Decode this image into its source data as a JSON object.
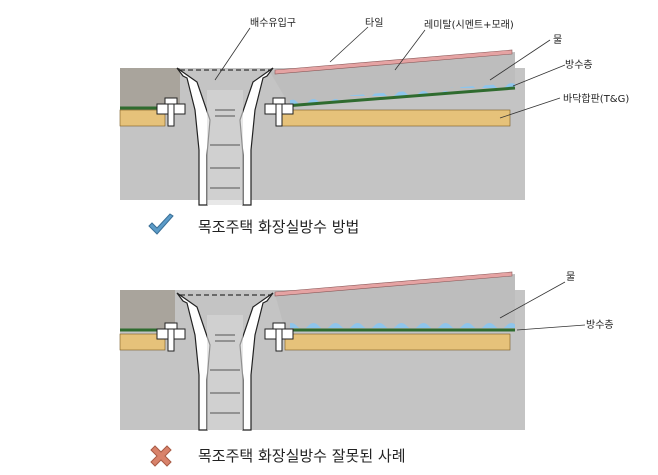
{
  "top_diagram": {
    "labels": {
      "drain_inlet": "배수유입구",
      "tile": "타일",
      "mortar": "레미탈(시멘트+모래)",
      "water": "물",
      "waterproof_layer": "방수층",
      "floor_plywood": "바닥합판(T&G)"
    },
    "caption": "목조주택 화장실방수 방법",
    "caption_icon": "check-icon"
  },
  "bottom_diagram": {
    "labels": {
      "water": "물",
      "waterproof_layer": "방수층"
    },
    "caption": "목조주택 화장실방수 잘못된 사례",
    "caption_icon": "cross-icon"
  },
  "colors": {
    "check": "#5b9bc8",
    "cross": "#d9826a",
    "tile": "#e5a3a3",
    "membrane": "#2f6b2f",
    "water": "#8ec5ec",
    "wood": "#e6c27a",
    "mortar": "#bdbdbd"
  }
}
